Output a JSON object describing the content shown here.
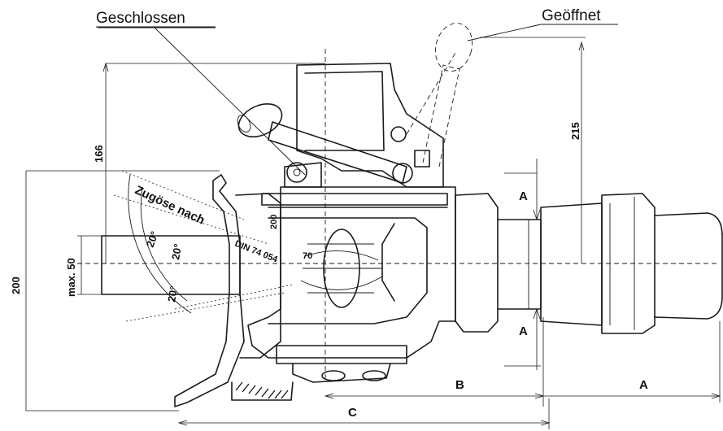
{
  "labels": {
    "closed": "Geschlossen",
    "open": "Geöffnet",
    "eye_per": "Zugöse nach",
    "din": "DIN 74 054",
    "dim_166": "166",
    "dim_215": "215",
    "dim_200_left": "200",
    "dim_200_small": "200",
    "max_50": "max. 50",
    "angle_20_a": "20°",
    "angle_20_b": "20°",
    "angle_20_c": "20°",
    "small_70": "70",
    "dim_A_top": "A",
    "dim_A_bottom": "A",
    "dim_A_right": "A",
    "dim_B": "B",
    "dim_C": "C"
  }
}
